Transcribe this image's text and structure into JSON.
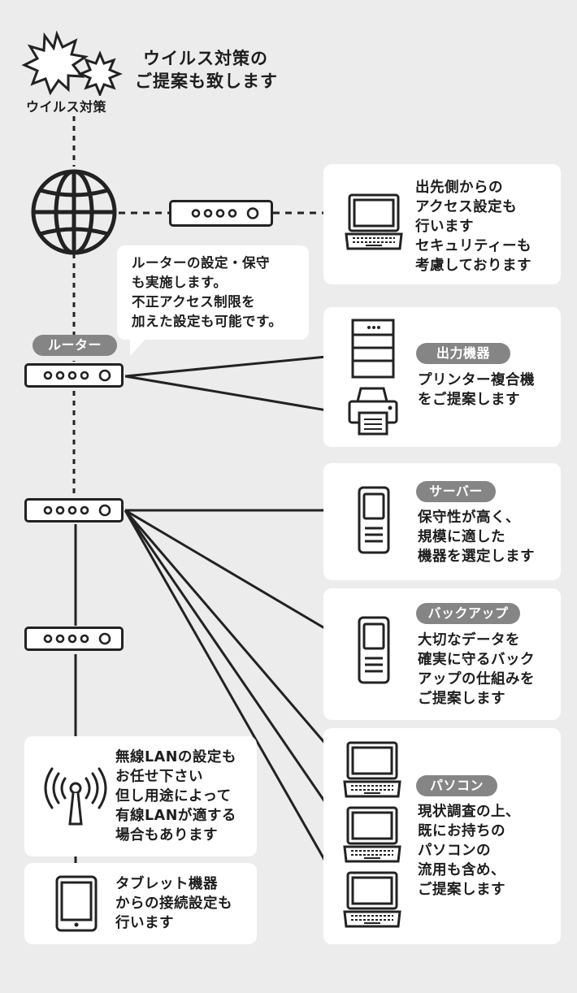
{
  "virus": {
    "label": "ウイルス対策",
    "heading": [
      "ウイルス対策の",
      "ご提案も致します"
    ]
  },
  "remote_card": {
    "lines": [
      "出先側からの",
      "アクセス設定も",
      "行います",
      "セキュリティーも",
      "考慮しております"
    ]
  },
  "router_bubble": {
    "lines": [
      "ルーターの設定・保守",
      "も実施します。",
      "不正アクセス制限を",
      "加えた設定も可能です。"
    ]
  },
  "router_label": "ルーター",
  "output_card": {
    "title": "出力機器",
    "lines": [
      "プリンター複合機",
      "をご提案します"
    ]
  },
  "server_card": {
    "title": "サーバー",
    "lines": [
      "保守性が高く、",
      "規模に適した",
      "機器を選定します"
    ]
  },
  "backup_card": {
    "title": "バックアップ",
    "lines": [
      "大切なデータを",
      "確実に守るバック",
      "アップの仕組みを",
      "ご提案します"
    ]
  },
  "pc_card": {
    "title": "パソコン",
    "lines": [
      "現状調査の上、",
      "既にお持ちの",
      "パソコンの",
      "流用も含め、",
      "ご提案します"
    ]
  },
  "wireless_card": {
    "lines": [
      "無線LANの設定も",
      "お任せ下さい",
      "但し用途によって",
      "有線LANが適する",
      "場合もあります"
    ]
  },
  "tablet_card": {
    "lines": [
      "タブレット機器",
      "からの接続設定も",
      "行います"
    ]
  },
  "colors": {
    "background": "#ececec",
    "card": "#ffffff",
    "pill": "#858585",
    "line": "#222222"
  }
}
